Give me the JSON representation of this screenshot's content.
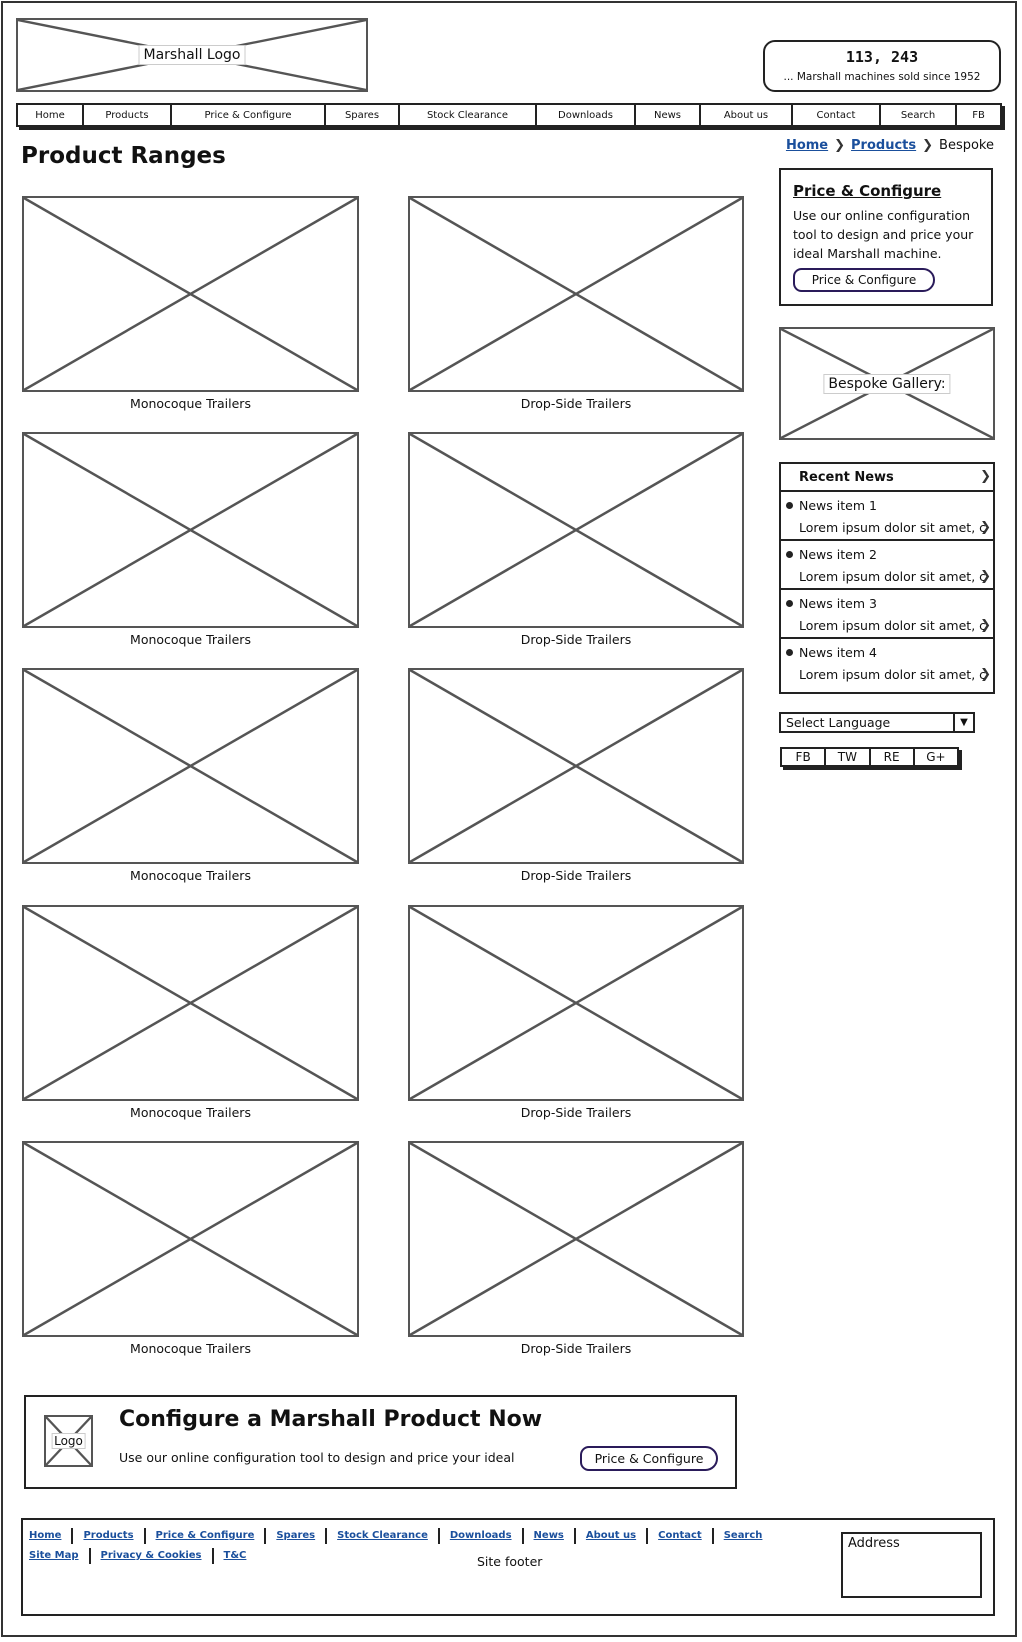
{
  "header": {
    "logo_label": "Marshall Logo",
    "counter_value": "113, 243",
    "counter_caption": "... Marshall machines sold since 1952"
  },
  "nav": [
    "Home",
    "Products",
    "Price & Configure",
    "Spares",
    "Stock Clearance",
    "Downloads",
    "News",
    "About us",
    "Contact",
    "Search",
    "FB"
  ],
  "breadcrumb": {
    "home": "Home",
    "products": "Products",
    "current": "Bespoke"
  },
  "page_title": "Product Ranges",
  "products": [
    {
      "left": "Monocoque Trailers",
      "right": "Drop-Side Trailers"
    },
    {
      "left": "Monocoque Trailers",
      "right": "Drop-Side Trailers"
    },
    {
      "left": "Monocoque Trailers",
      "right": "Drop-Side Trailers"
    },
    {
      "left": "Monocoque Trailers",
      "right": "Drop-Side Trailers"
    },
    {
      "left": "Monocoque Trailers",
      "right": "Drop-Side Trailers"
    }
  ],
  "sidebar": {
    "price_configure": {
      "title": "Price & Configure",
      "text": "Use our online configuration tool to design and price your ideal Marshall machine.",
      "button": "Price & Configure"
    },
    "gallery_label": "Bespoke Gallery:",
    "news": {
      "heading": "Recent News",
      "items": [
        {
          "title": "News item 1",
          "body": "Lorem ipsum dolor sit amet, c"
        },
        {
          "title": "News item 2",
          "body": "Lorem ipsum dolor sit amet, c"
        },
        {
          "title": "News item 3",
          "body": "Lorem ipsum dolor sit amet, c"
        },
        {
          "title": "News item 4",
          "body": "Lorem ipsum dolor sit amet, c"
        }
      ]
    },
    "language": "Select Language",
    "social": [
      "FB",
      "TW",
      "RE",
      "G+"
    ]
  },
  "cta": {
    "logo_label": "Logo",
    "title": "Configure a Marshall Product Now",
    "text": "Use our online configuration tool to design and price your ideal",
    "button": "Price & Configure"
  },
  "footer": {
    "links_row1": [
      "Home",
      "Products",
      "Price & Configure",
      "Spares",
      "Stock Clearance",
      "Downloads",
      "News",
      "About us",
      "Contact",
      "Search"
    ],
    "links_row2": [
      "Site Map",
      "Privacy & Cookies",
      "T&C"
    ],
    "site_footer": "Site footer",
    "address_label": "Address"
  }
}
